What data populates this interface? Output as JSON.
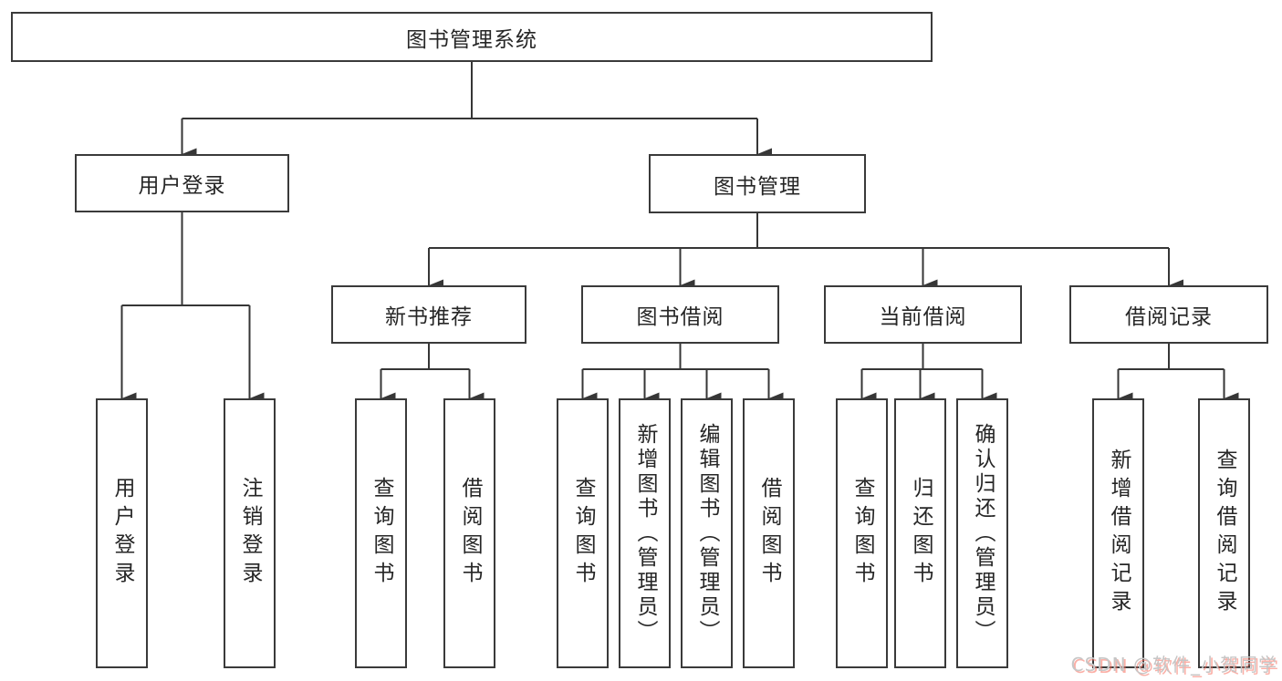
{
  "diagram": {
    "root": {
      "label": "图书管理系统"
    },
    "level1": [
      {
        "label": "用户登录"
      },
      {
        "label": "图书管理"
      }
    ],
    "level2": [
      {
        "label": "新书推荐"
      },
      {
        "label": "图书借阅"
      },
      {
        "label": "当前借阅"
      },
      {
        "label": "借阅记录"
      }
    ],
    "leaves": [
      {
        "label": "用户登录"
      },
      {
        "label": "注销登录"
      },
      {
        "label": "查询图书"
      },
      {
        "label": "借阅图书"
      },
      {
        "label": "查询图书"
      },
      {
        "label": "新增图书（管理员）"
      },
      {
        "label": "编辑图书（管理员）"
      },
      {
        "label": "借阅图书"
      },
      {
        "label": "查询图书"
      },
      {
        "label": "归还图书"
      },
      {
        "label": "确认归还（管理员）"
      },
      {
        "label": "新增借阅记录"
      },
      {
        "label": "查询借阅记录"
      }
    ],
    "colors": {
      "border": "#3a3a3a",
      "connector": "#363636",
      "text": "#262626",
      "background": "#ffffff"
    }
  },
  "watermark": {
    "text": "CSDN @软件_小贺同学",
    "color": "#c6c6c6",
    "shadow_color": "#f86e5c"
  }
}
